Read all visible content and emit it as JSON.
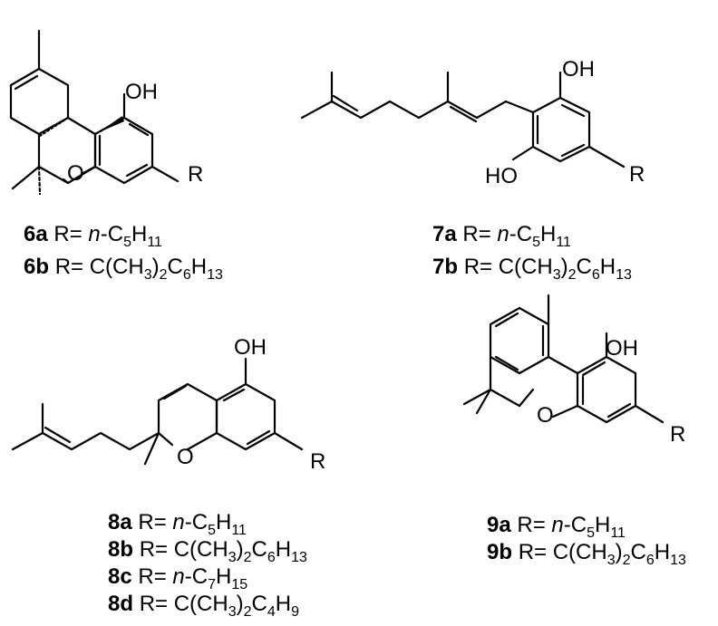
{
  "figure": {
    "compounds": [
      {
        "id": "6",
        "atoms": {
          "oh": "OH",
          "o": "O",
          "r": "R"
        },
        "labels": [
          {
            "id": "6a",
            "prefix": "R= ",
            "italic": "n",
            "formula": "-C5H11",
            "parts": [
              "-C",
              "5",
              "H",
              "11"
            ]
          },
          {
            "id": "6b",
            "prefix": "R= ",
            "formula": "C(CH3)2C6H13",
            "parts": [
              "C(CH",
              "3",
              ")",
              "2",
              "C",
              "6",
              "H",
              "13"
            ]
          }
        ]
      },
      {
        "id": "7",
        "atoms": {
          "oh_top": "OH",
          "oh_bottom": "HO",
          "r": "R"
        },
        "labels": [
          {
            "id": "7a",
            "prefix": "R= ",
            "italic": "n",
            "formula": "-C5H11",
            "parts": [
              "-C",
              "5",
              "H",
              "11"
            ]
          },
          {
            "id": "7b",
            "prefix": "R= ",
            "formula": "C(CH3)2C6H13",
            "parts": [
              "C(CH",
              "3",
              ")",
              "2",
              "C",
              "6",
              "H",
              "13"
            ]
          }
        ]
      },
      {
        "id": "8",
        "atoms": {
          "oh": "OH",
          "o": "O",
          "r": "R"
        },
        "labels": [
          {
            "id": "8a",
            "prefix": "R= ",
            "italic": "n",
            "formula": "-C5H11",
            "parts": [
              "-C",
              "5",
              "H",
              "11"
            ]
          },
          {
            "id": "8b",
            "prefix": "R= ",
            "formula": "C(CH3)2C6H13",
            "parts": [
              "C(CH",
              "3",
              ")",
              "2",
              "C",
              "6",
              "H",
              "13"
            ]
          },
          {
            "id": "8c",
            "prefix": "R= ",
            "italic": "n",
            "formula": "-C7H15",
            "parts": [
              "-C",
              "7",
              "H",
              "15"
            ]
          },
          {
            "id": "8d",
            "prefix": "R= ",
            "formula": "C(CH3)2C4H9",
            "parts": [
              "C(CH",
              "3",
              ")",
              "2",
              "C",
              "4",
              "H",
              "9"
            ]
          }
        ]
      },
      {
        "id": "9",
        "atoms": {
          "oh": "OH",
          "o": "O",
          "r": "R"
        },
        "labels": [
          {
            "id": "9a",
            "prefix": "R= ",
            "italic": "n",
            "formula": "-C5H11",
            "parts": [
              "-C",
              "5",
              "H",
              "11"
            ]
          },
          {
            "id": "9b",
            "prefix": "R= ",
            "formula": "C(CH3)2C6H13",
            "parts": [
              "C(CH",
              "3",
              ")",
              "2",
              "C",
              "6",
              "H",
              "13"
            ]
          }
        ]
      }
    ]
  }
}
